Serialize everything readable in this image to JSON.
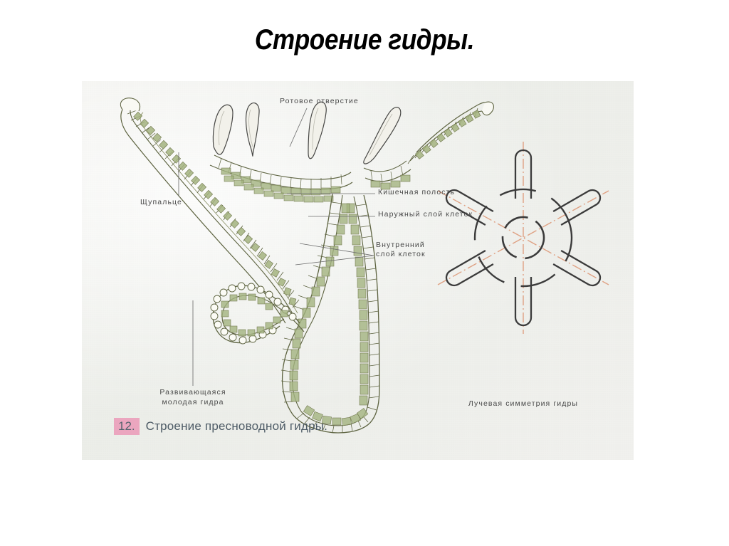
{
  "slide": {
    "title": "Строение гидры.",
    "background_color": "#ffffff"
  },
  "figure": {
    "paper_color": "#eeeeea",
    "ink_color": "#4a4a4a",
    "cell_outline_color": "#5d6340",
    "inner_cell_fill": "#9fb07c",
    "outer_cell_fill": "#fbfbf6",
    "axis_color": "#e0a080",
    "labels": {
      "mouth": "Ротовое отверстие",
      "tentacle": "Щупальце",
      "cavity": "Кишечная полость",
      "outer_layer": "Наружный слой клеток",
      "inner_layer": "Внутренний слой клеток",
      "bud": "Развивающаяся молодая гидра",
      "symmetry": "Лучевая симметрия гидры"
    },
    "caption": {
      "number": "12.",
      "number_box_color": "#eba6bf",
      "text": "Строение пресноводной гидры."
    },
    "radial_diagram": {
      "tentacle_count": 6,
      "axis_count": 3,
      "axis_style": "dash-dot"
    }
  }
}
